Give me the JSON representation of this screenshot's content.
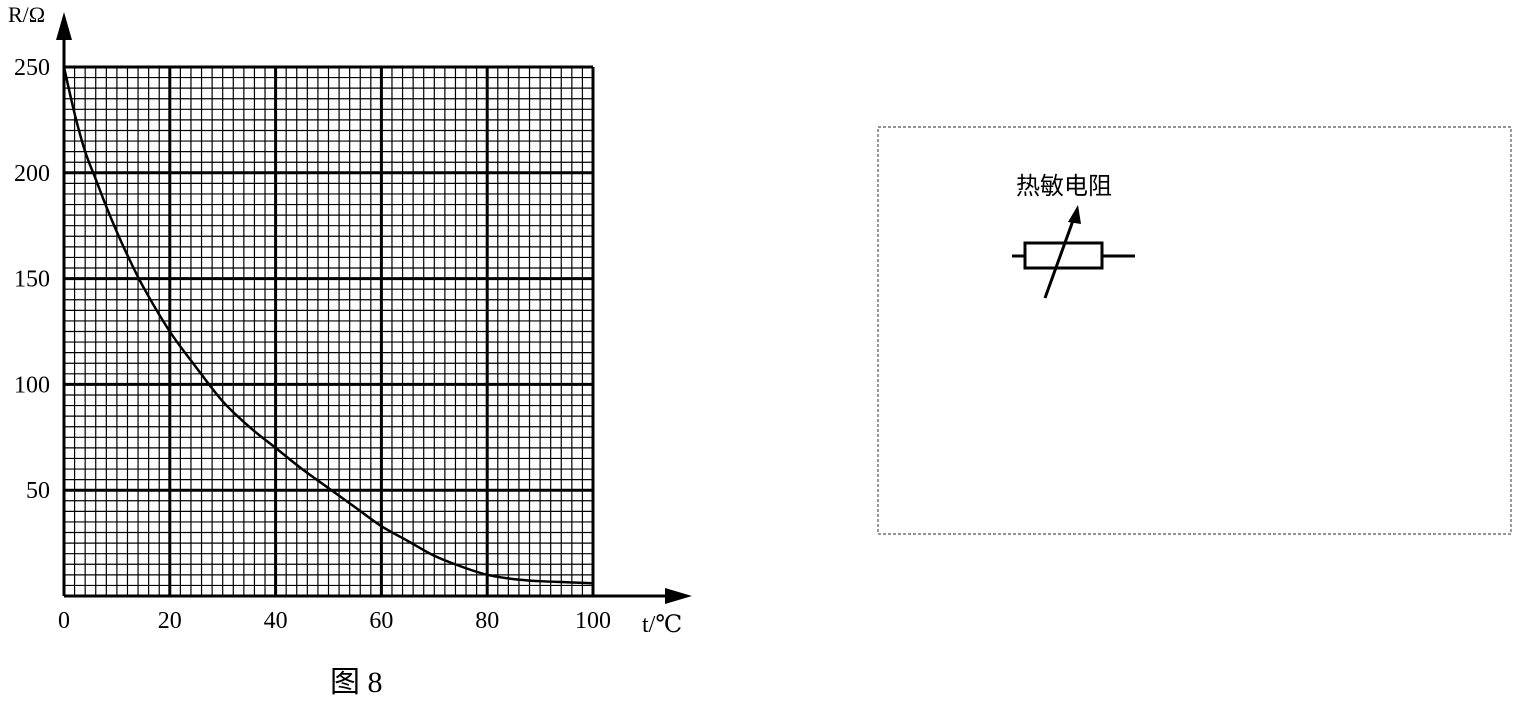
{
  "chart_data": {
    "type": "line",
    "xlabel": "t/℃",
    "ylabel": "R/Ω",
    "xlim": [
      0,
      100
    ],
    "ylim": [
      0,
      250
    ],
    "x_ticks": [
      "0",
      "20",
      "40",
      "60",
      "80",
      "100"
    ],
    "y_ticks": [
      "50",
      "100",
      "150",
      "200",
      "250"
    ],
    "grid": true,
    "series": [
      {
        "x": [
          0,
          2,
          4,
          6,
          8,
          10,
          12,
          15,
          20,
          25,
          30,
          35,
          40,
          45,
          50,
          55,
          60,
          65,
          70,
          75,
          80,
          85,
          90,
          95,
          100
        ],
        "y": [
          250,
          228,
          210,
          197,
          184,
          172,
          161,
          146,
          125,
          108,
          92,
          80,
          70,
          60,
          51,
          42,
          33,
          26,
          19,
          14,
          10,
          8,
          7,
          6.5,
          6
        ]
      }
    ]
  },
  "figure": {
    "caption": "图 8"
  },
  "diagram": {
    "component_label": "热敏电阻"
  },
  "colors": {
    "ink": "#000000",
    "paper": "#ffffff",
    "dash_border": "#555555"
  }
}
